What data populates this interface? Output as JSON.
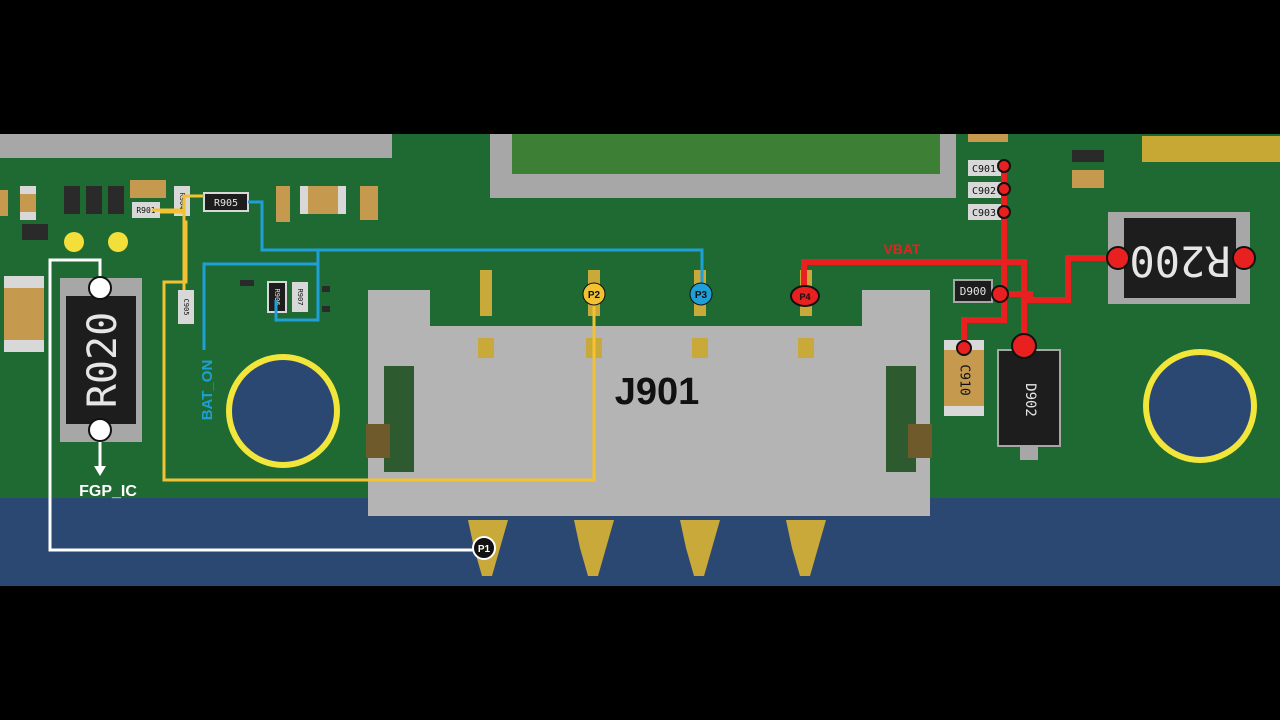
{
  "connector": {
    "ref": "J901"
  },
  "pins": {
    "p1": "P1",
    "p2": "P2",
    "p3": "P3",
    "p4": "P4"
  },
  "nets": {
    "bat_on": "BAT_ON",
    "vbat": "VBAT",
    "fgp_ic": "FGP_IC"
  },
  "components": {
    "r020": "R020",
    "r200": "R200",
    "d902": "D902",
    "d900": "D900",
    "c910": "C910",
    "c901": "C901",
    "c902": "C902",
    "c903": "C903",
    "r905": "R905",
    "r901": "R901",
    "r904": "R904",
    "r906": "R906",
    "r907": "R907",
    "c905": "C905"
  },
  "colors": {
    "pcb": "#1f6a33",
    "bottom_band": "#2b4873",
    "connector_body": "#b4b4b4",
    "trace_vbat": "#e8201f",
    "trace_bat_on": "#1f9fd8",
    "trace_p2": "#f2c233",
    "trace_fgp": "#ffffff",
    "mount_ring": "#f3e63a"
  }
}
